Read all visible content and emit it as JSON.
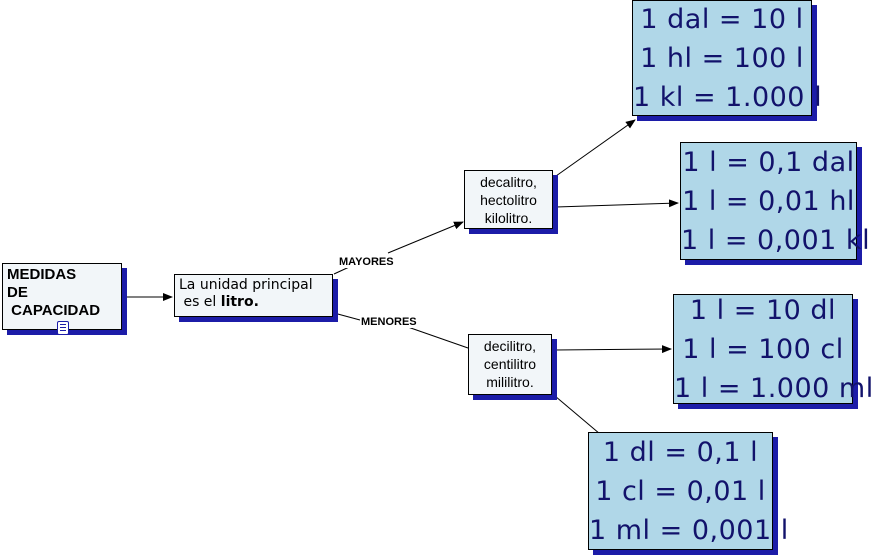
{
  "root": {
    "lines": [
      "MEDIDAS",
      "DE",
      " CAPACIDAD"
    ],
    "icon": "document-icon"
  },
  "unit": {
    "line1": "La unidad principal",
    "line2_prefix": " es el ",
    "line2_bold": "litro."
  },
  "links": {
    "mayores": "MAYORES",
    "menores": "MENORES"
  },
  "mayores_node": {
    "lines": [
      "decalitro,",
      "hectolitro",
      "kilolitro."
    ]
  },
  "menores_node": {
    "lines": [
      "decilitro,",
      "centilitro",
      "mililitro."
    ]
  },
  "boxes": {
    "b1": [
      "1 dal = 10 l",
      "1 hl = 100 l",
      "1 kl = 1.000 l"
    ],
    "b2": [
      "1 l = 0,1 dal",
      "1 l = 0,01 hl",
      "1 l = 0,001 kl"
    ],
    "b3": [
      "1 l = 10 dl",
      "1 l = 100 cl",
      "1 l = 1.000 ml"
    ],
    "b4": [
      "1 dl = 0,1 l",
      "1 cl = 0,01 l",
      "1 ml = 0,001 l"
    ]
  },
  "colors": {
    "box_fill": "#b0d7e8",
    "shadow": "#1c1ca8",
    "node_fill": "#f2f6f9",
    "text_big": "#12126b"
  }
}
